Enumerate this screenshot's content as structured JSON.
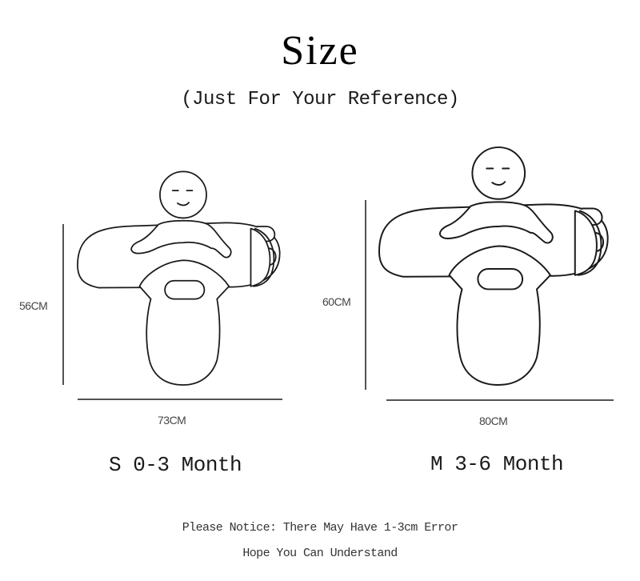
{
  "header": {
    "title": "Size",
    "subtitle": "(Just For Your Reference)"
  },
  "sizes": [
    {
      "label": "S 0-3 Month",
      "height_label": "56CM",
      "width_label": "73CM"
    },
    {
      "label": "M 3-6 Month",
      "height_label": "60CM",
      "width_label": "80CM"
    }
  ],
  "footer": {
    "notice_line1": "Please Notice: There May Have 1-3cm Error",
    "notice_line2": "Hope You Can Understand"
  },
  "colors": {
    "background": "#ffffff",
    "line": "#1a1a1a",
    "text": "#1a1a1a",
    "dimension_text": "#444444"
  }
}
